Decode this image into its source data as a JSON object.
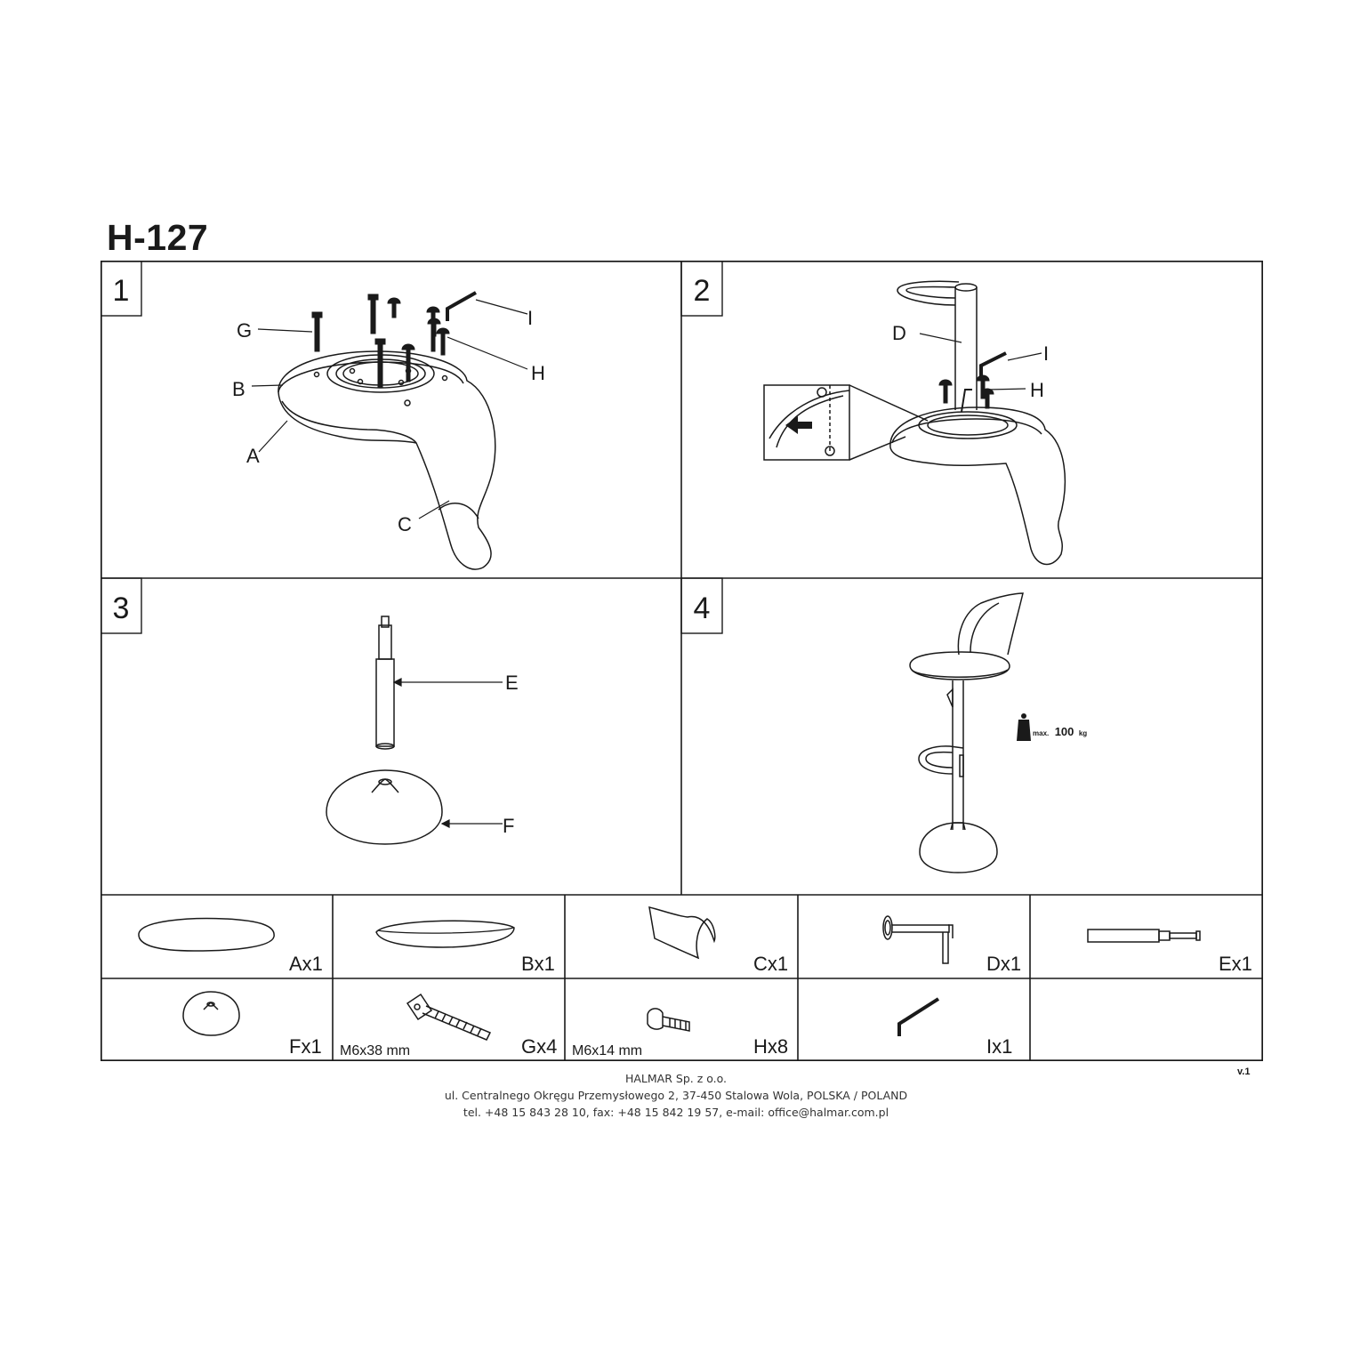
{
  "title": "H-127",
  "steps": [
    {
      "number": "1",
      "labels": {
        "G": "G",
        "B": "B",
        "A": "A",
        "C": "C",
        "I": "I",
        "H": "H"
      }
    },
    {
      "number": "2",
      "labels": {
        "D": "D",
        "I": "I",
        "H": "H"
      }
    },
    {
      "number": "3",
      "labels": {
        "E": "E",
        "F": "F"
      }
    },
    {
      "number": "4",
      "capacity_prefix": "max.",
      "capacity_value": "100",
      "capacity_unit": "kg"
    }
  ],
  "parts": [
    {
      "label": "Ax1",
      "spec": ""
    },
    {
      "label": "Bx1",
      "spec": ""
    },
    {
      "label": "Cx1",
      "spec": ""
    },
    {
      "label": "Dx1",
      "spec": ""
    },
    {
      "label": "Ex1",
      "spec": ""
    },
    {
      "label": "Fx1",
      "spec": ""
    },
    {
      "label": "Gx4",
      "spec": "M6x38 mm"
    },
    {
      "label": "Hx8",
      "spec": "M6x14 mm"
    },
    {
      "label": "Ix1",
      "spec": ""
    }
  ],
  "footer": {
    "company": "HALMAR Sp. z o.o.",
    "address": "ul. Centralnego Okręgu Przemysłowego 2, 37-450 Stalowa Wola, POLSKA / POLAND",
    "contact": "tel. +48 15 843 28 10, fax: +48 15 842 19 57, e-mail: office@halmar.com.pl"
  },
  "version": "v.1"
}
